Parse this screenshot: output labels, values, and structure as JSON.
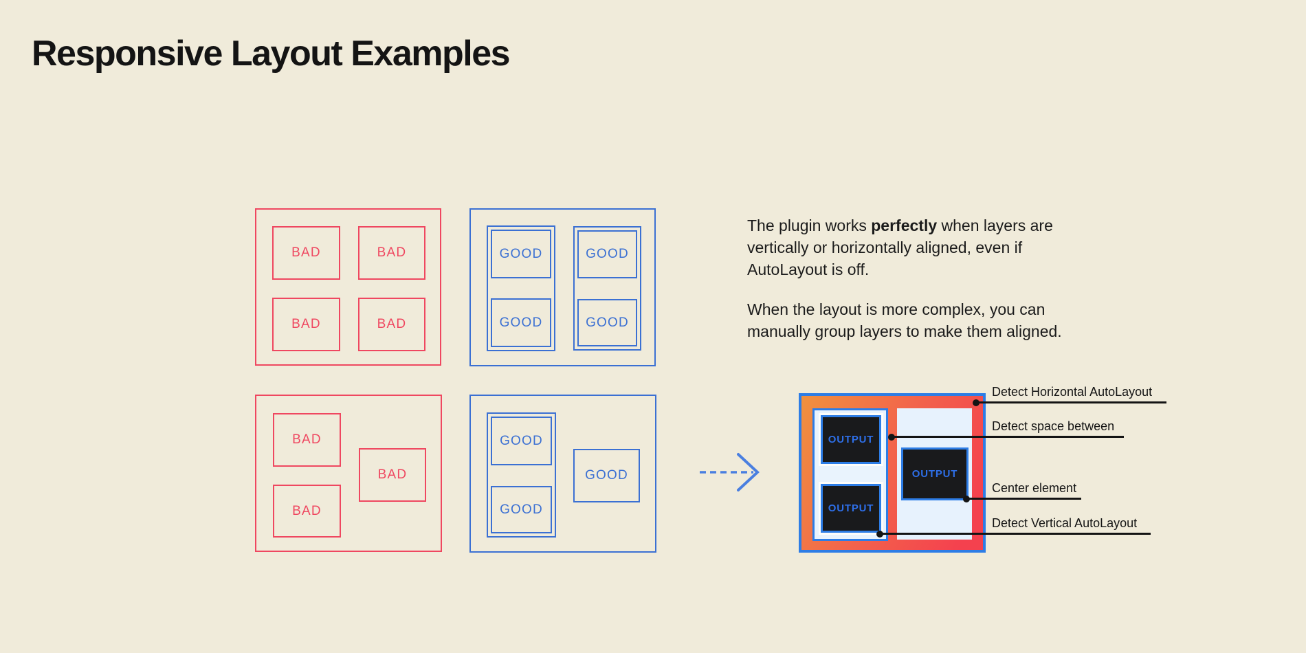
{
  "title": "Responsive Layout Examples",
  "labels": {
    "bad": "BAD",
    "good": "GOOD",
    "output": "OUTPUT"
  },
  "description": {
    "p1_before": "The plugin works ",
    "p1_bold": "perfectly",
    "p1_after": " when layers are vertically or horizontally aligned, even if AutoLayout is off.",
    "p2": "When the layout is more complex, you can manually group layers to make them aligned."
  },
  "callouts": [
    {
      "label": "Detect Horizontal AutoLayout"
    },
    {
      "label": "Detect space between"
    },
    {
      "label": "Center element"
    },
    {
      "label": "Detect Vertical AutoLayout"
    }
  ],
  "colors": {
    "background": "#f0ebda",
    "bad_red": "#ef4760",
    "good_blue": "#3b70d3",
    "output_border_blue": "#2d7de6",
    "output_text_blue": "#2e6fe8",
    "output_box_dark": "#191a1c",
    "gradient_orange": "#f0913e",
    "gradient_red": "#f4414e",
    "light_blue_fill": "#e7f2fd",
    "ink": "#141414",
    "arrow_blue": "#4a7fe0"
  }
}
